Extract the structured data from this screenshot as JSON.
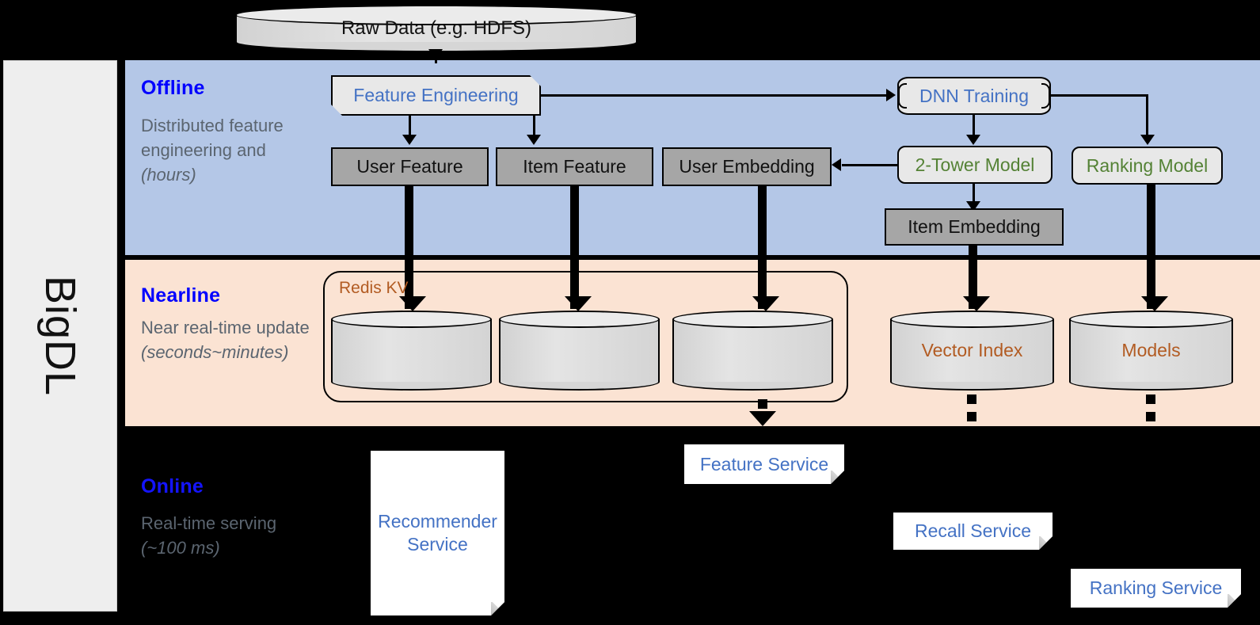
{
  "framework": {
    "name": "BigDL"
  },
  "sections": [
    {
      "id": "offline",
      "title": "Offline",
      "description": "Distributed feature engineering and ",
      "latency": "(hours)",
      "band_color": "#b4c7e7",
      "title_color": "#0000ff"
    },
    {
      "id": "nearline",
      "title": "Nearline",
      "description": "Near real-time update ",
      "latency": "(seconds~minutes)",
      "band_color": "#fbe3d3",
      "title_color": "#0000ff"
    },
    {
      "id": "online",
      "title": "Online",
      "description": "Real-time serving ",
      "latency": "(~100 ms)",
      "band_color": "#000000",
      "title_color": "#1414ff"
    }
  ],
  "nodes": {
    "raw_data": "Raw Data (e.g. HDFS)",
    "feature_engineering": "Feature Engineering",
    "dnn_training": "DNN Training",
    "user_feature": "User Feature",
    "item_feature": "Item Feature",
    "user_embedding": "User Embedding",
    "two_tower_model": "2-Tower Model",
    "ranking_model": "Ranking Model",
    "item_embedding": "Item Embedding",
    "redis_kv": "Redis KV",
    "store_user_feature": "",
    "store_item_feature": "",
    "store_user_embedding": "",
    "vector_index": "Vector Index",
    "models": "Models",
    "recommender_service": "Recommender Service",
    "feature_service": "Feature Service",
    "recall_service": "Recall Service",
    "ranking_service": "Ranking Service"
  },
  "colors": {
    "offline_band": "#b4c7e7",
    "nearline_band": "#fbe3d3",
    "online_band": "#000000",
    "grey_box": "#a6a6a6",
    "process_box": "#e8e8e8",
    "blue_text": "#4472c4",
    "green_text": "#548235",
    "brown_text": "#b25b22",
    "section_title": "#0000ff",
    "section_desc": "#5b6570",
    "rail": "#eeeeee"
  }
}
